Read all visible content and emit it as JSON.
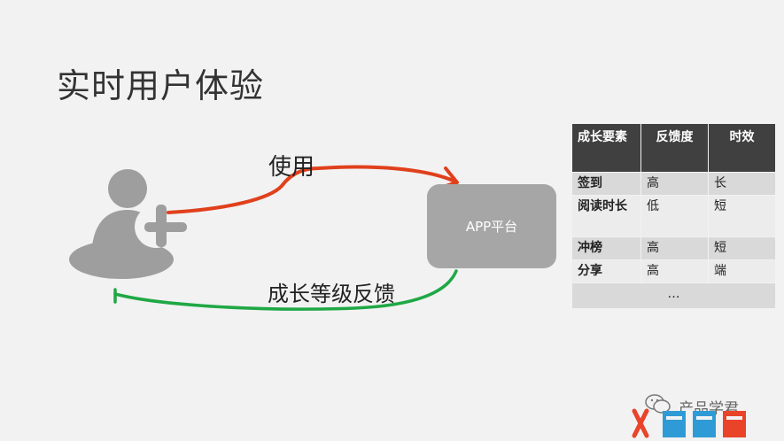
{
  "title": "实时用户体验",
  "diagram": {
    "use_label": "使用",
    "feedback_label": "成长等级反馈",
    "platform_label": "APP平台",
    "colors": {
      "use_arrow": "#e0401c",
      "feedback_arrow": "#1fa845",
      "user_icon": "#9e9e9e",
      "platform_box": "#a6a6a6"
    },
    "icons": [
      "user-add-icon"
    ]
  },
  "table": {
    "headers": [
      "成长要素",
      "反馈度",
      "时效"
    ],
    "rows": [
      [
        "签到",
        "高",
        "长"
      ],
      [
        "阅读时长",
        "低",
        "短"
      ],
      [
        "冲榜",
        "高",
        "短"
      ],
      [
        "分享",
        "高",
        "端"
      ]
    ],
    "ellipsis": "…"
  },
  "watermark": {
    "account": "产品学君",
    "logo_icon": "wechat-icon"
  }
}
